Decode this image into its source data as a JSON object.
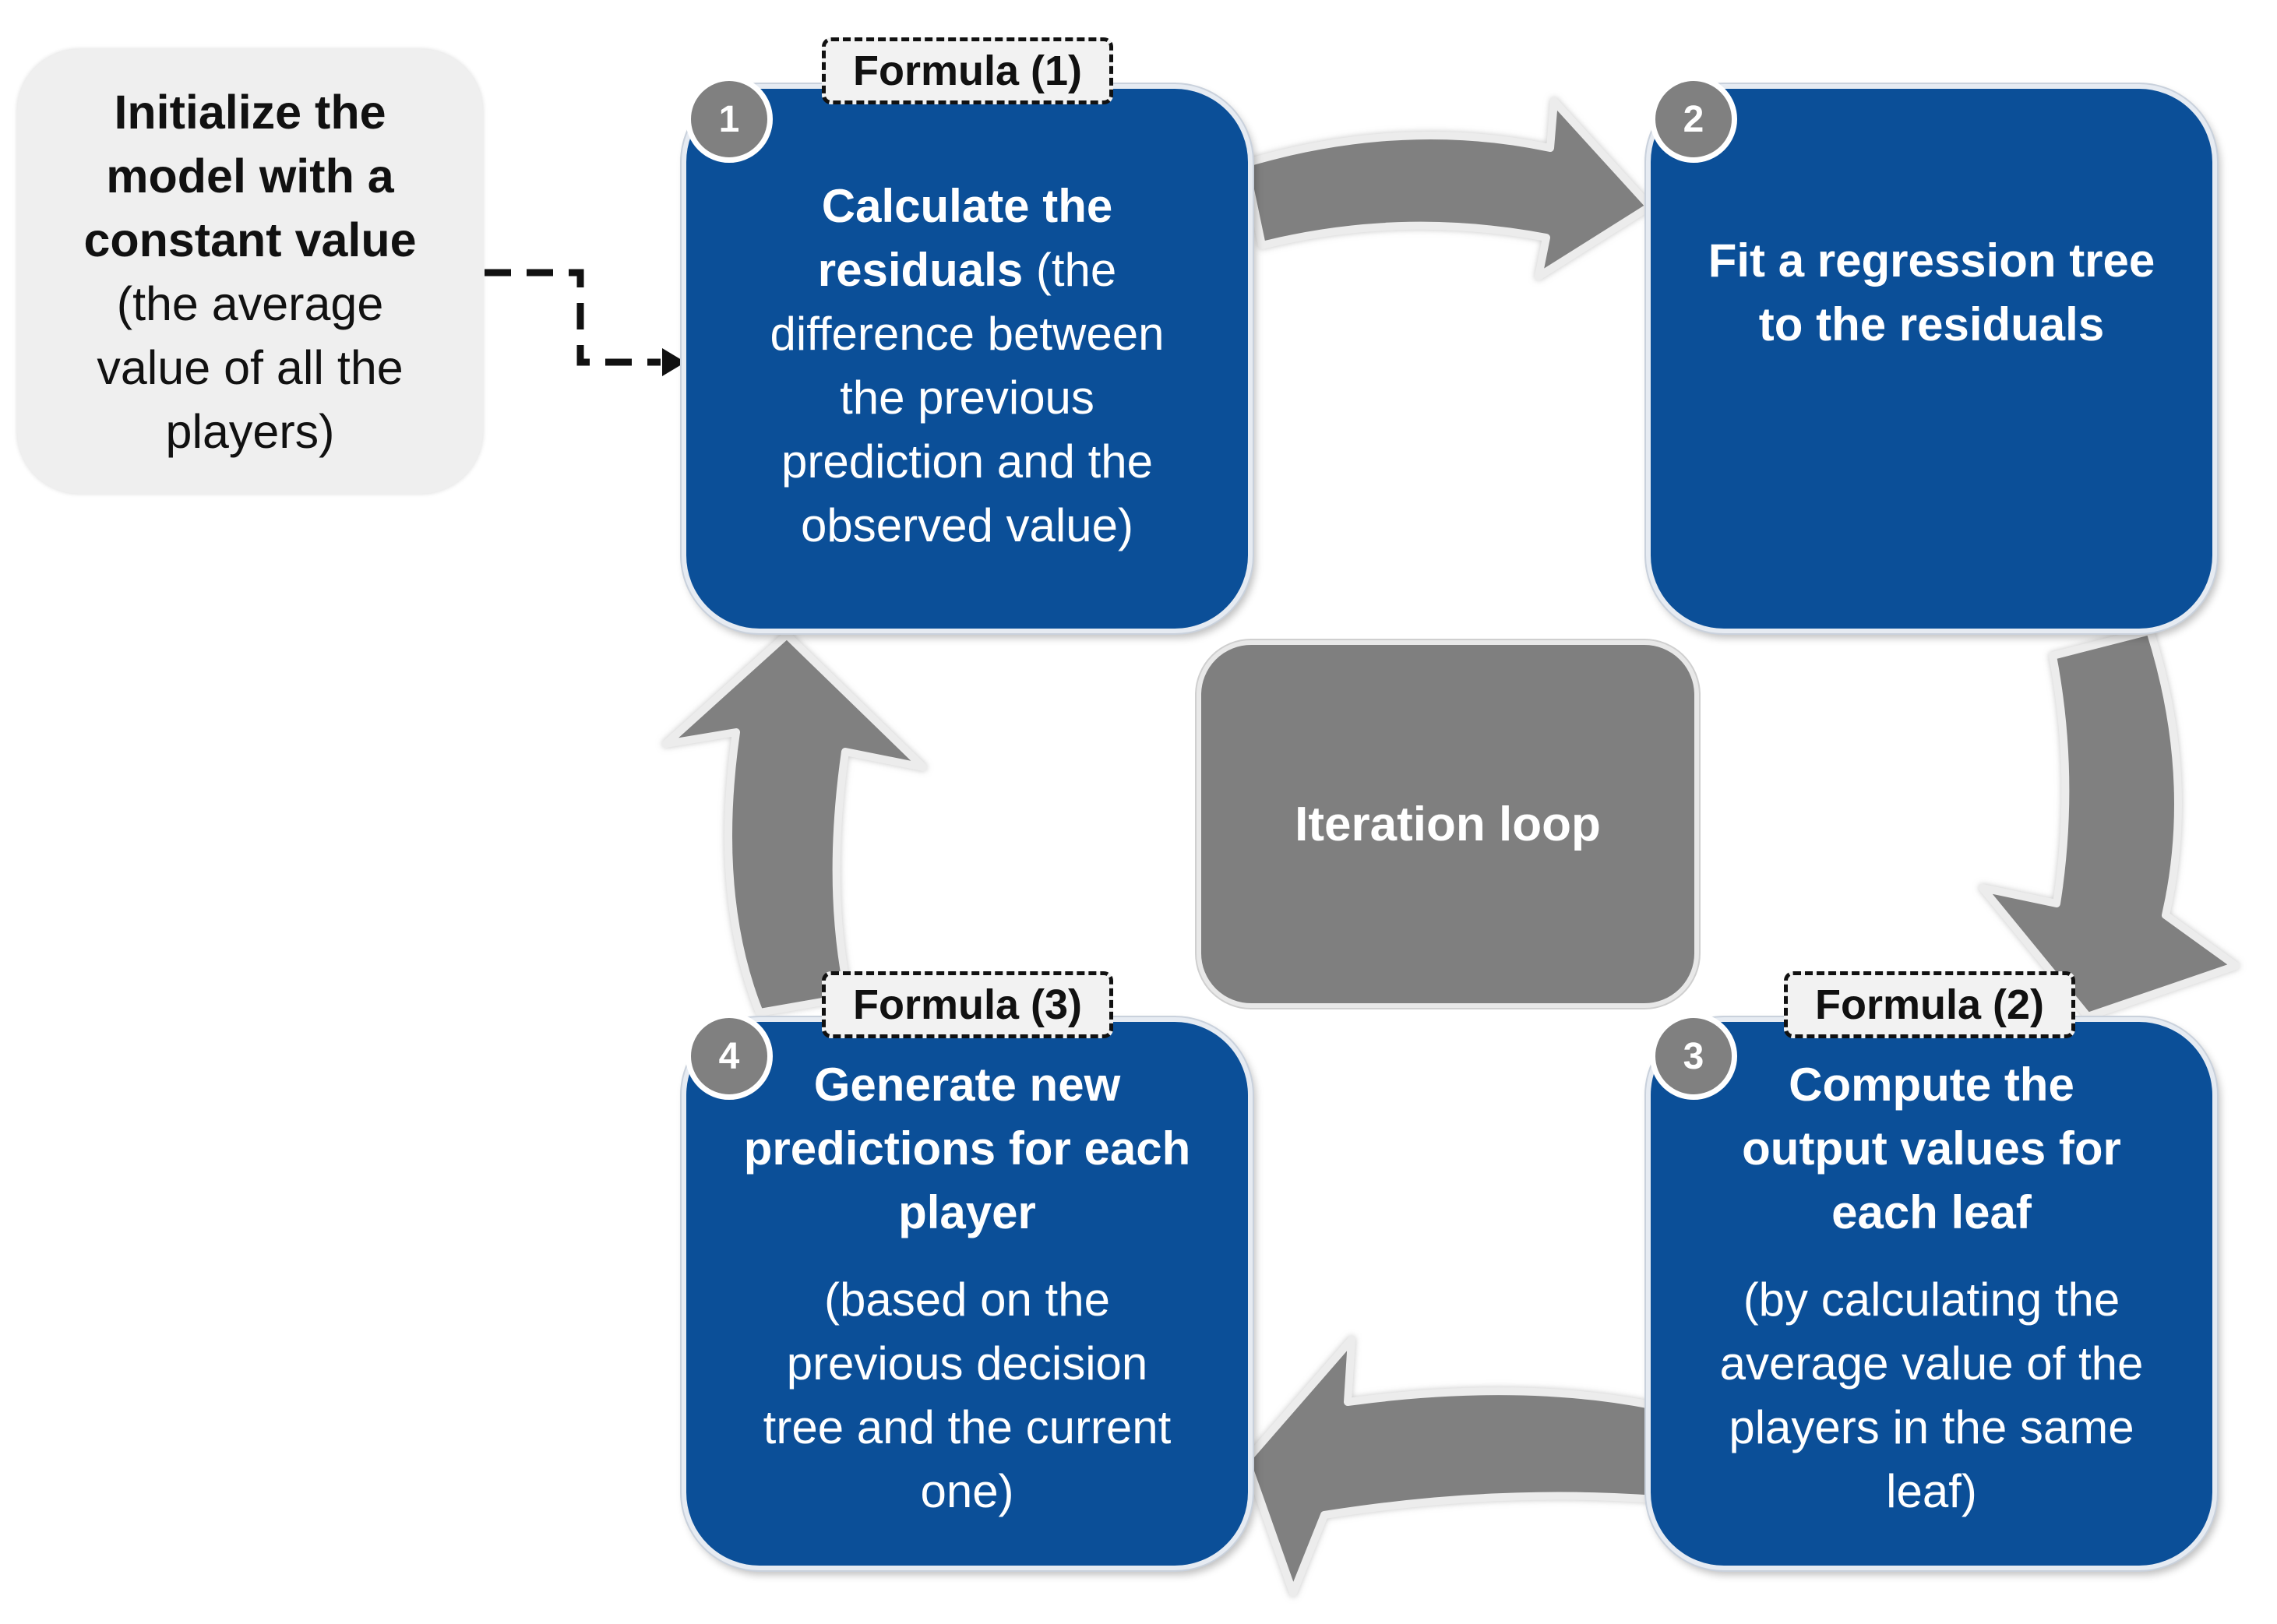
{
  "diagram": {
    "init_box": {
      "bold_lines": [
        "Initialize the",
        "model with a",
        "constant value"
      ],
      "plain_lines": [
        "(the average",
        "value of all the",
        "players)"
      ]
    },
    "steps": [
      {
        "number": "1",
        "formula": "Formula (1)",
        "bold_lines": [
          "Calculate the"
        ],
        "mixed_bold": "residuals",
        "mixed_plain": " (the",
        "plain_lines": [
          "difference between",
          "the previous",
          "prediction and the",
          "observed  value)"
        ]
      },
      {
        "number": "2",
        "bold_lines": [
          "Fit a regression tree",
          "to the residuals"
        ]
      },
      {
        "number": "3",
        "formula": "Formula (2)",
        "bold_lines": [
          "Compute the",
          "output values for",
          "each leaf"
        ],
        "plain_lines": [
          "(by calculating the",
          "average value of the",
          "players in the same",
          "leaf)"
        ]
      },
      {
        "number": "4",
        "formula": "Formula (3)",
        "bold_lines": [
          "Generate new",
          "predictions for each",
          "player"
        ],
        "plain_lines": [
          "(based on the",
          "previous decision",
          "tree and the current",
          "one)"
        ]
      }
    ],
    "center_label": "Iteration loop",
    "colors": {
      "step_fill": "#0b4f98",
      "center_fill": "#7f7f7f",
      "arrow_fill": "#808080",
      "init_fill": "#efefef",
      "badge_fill": "#808080"
    }
  }
}
